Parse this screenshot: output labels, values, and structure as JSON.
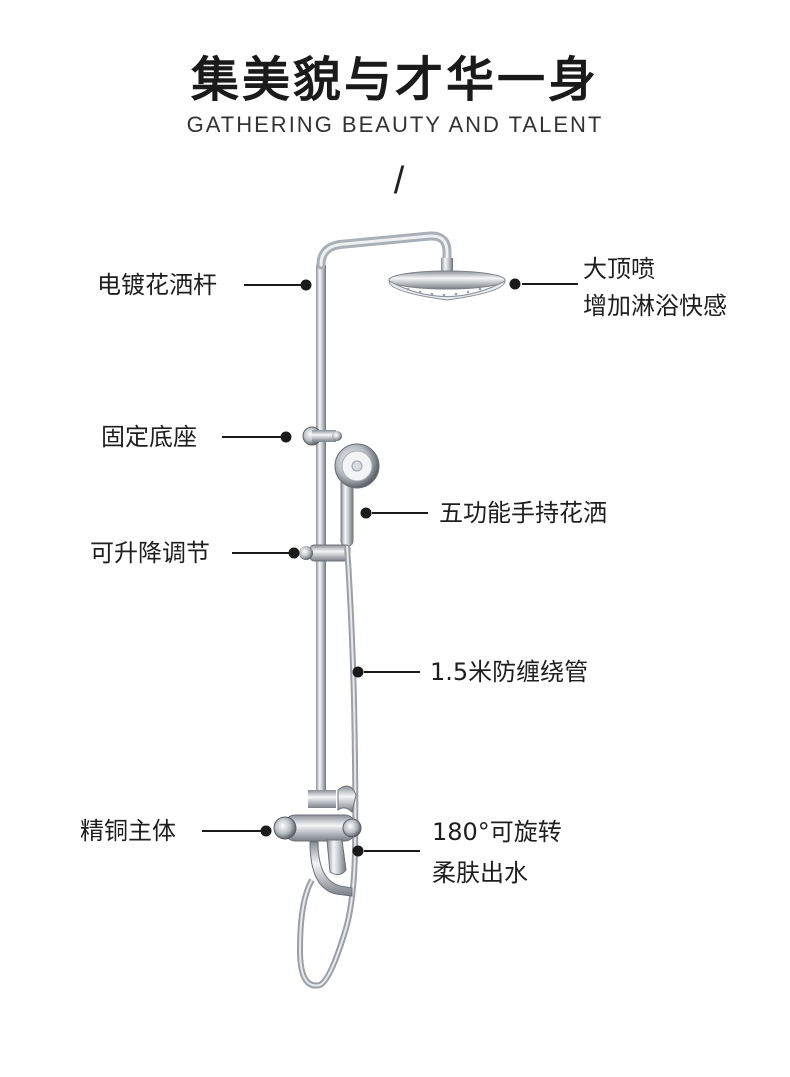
{
  "header": {
    "title": "集美貌与才华一身",
    "subtitle": "GATHERING BEAUTY AND TALENT",
    "divider": "/"
  },
  "features": {
    "rod": "电镀花洒杆",
    "top_spray_line1": "大顶喷",
    "top_spray_line2": "增加淋浴快感",
    "base": "固定底座",
    "handheld": "五功能手持花洒",
    "slider": "可升降调节",
    "hose": "1.5米防缠绕管",
    "body": "精铜主体",
    "spout_line1": "180°可旋转",
    "spout_line2": "柔肤出水"
  }
}
